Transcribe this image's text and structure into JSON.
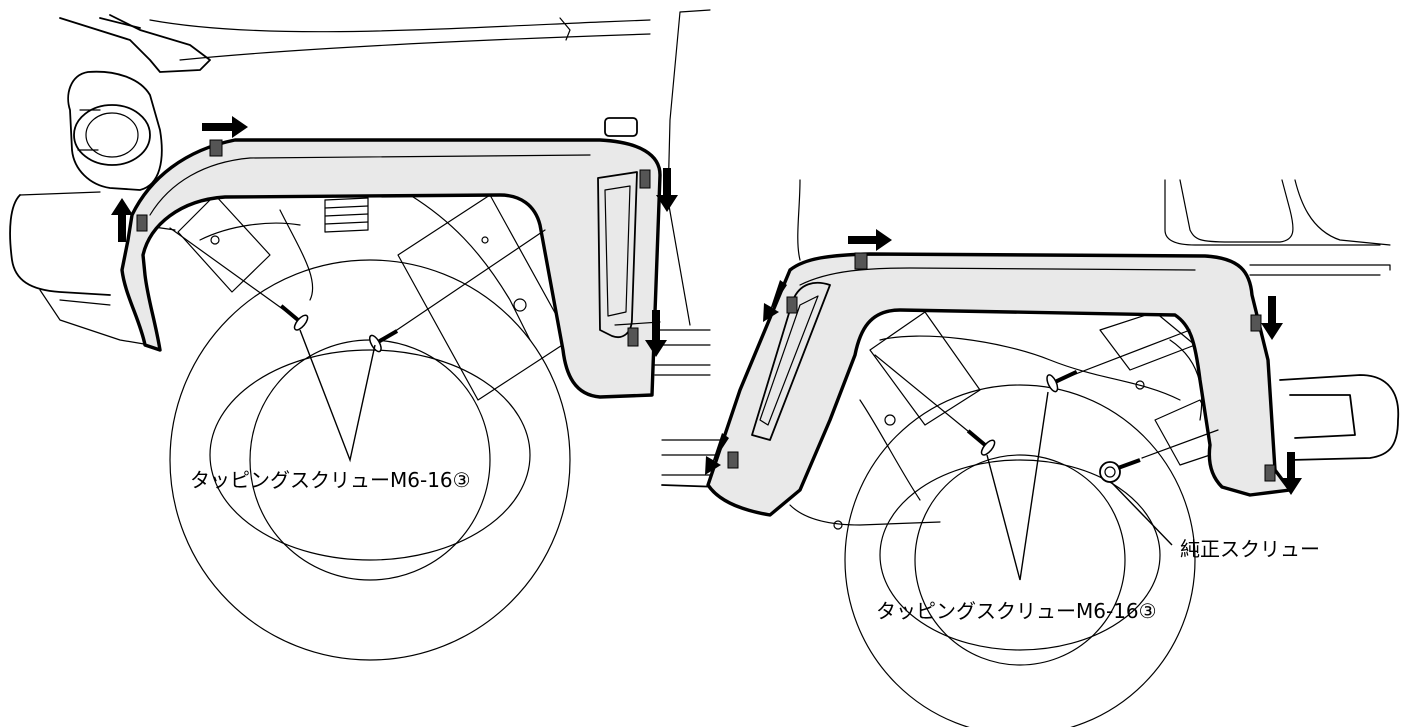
{
  "callouts": {
    "front_screw": "タッピングスクリューM6-16③",
    "rear_screw": "タッピングスクリューM6-16③",
    "genuine_screw": "純正スクリュー"
  },
  "colors": {
    "fender_fill": "#e9e9e9",
    "line": "#000000",
    "background": "#ffffff"
  }
}
